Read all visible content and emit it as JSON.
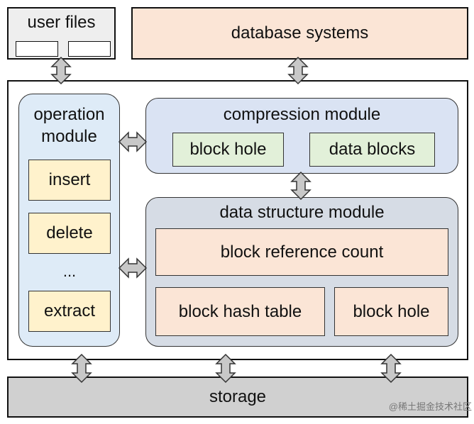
{
  "user_files": {
    "label": "user files"
  },
  "database_systems": {
    "label": "database systems"
  },
  "operation_module": {
    "title": "operation module",
    "items": [
      "insert",
      "delete",
      "...",
      "extract"
    ]
  },
  "compression_module": {
    "title": "compression module",
    "items": [
      "block hole",
      "data blocks"
    ]
  },
  "data_structure_module": {
    "title": "data structure module",
    "reference_count": "block reference count",
    "hash_table": "block hash table",
    "block_hole": "block hole"
  },
  "storage": {
    "label": "storage"
  },
  "watermark": "@稀土掘金技术社区",
  "colors": {
    "arrow_fill": "#c8c8c8",
    "operation_bg": "#deebf7",
    "compression_bg": "#dae3f3",
    "data_structure_bg": "#d6dce5",
    "item_yellow": "#fff2cc",
    "item_green": "#e2f0d9",
    "item_peach": "#fbe5d6",
    "storage_bg": "#d0d0d0",
    "user_files_bg": "#eeeeee"
  }
}
